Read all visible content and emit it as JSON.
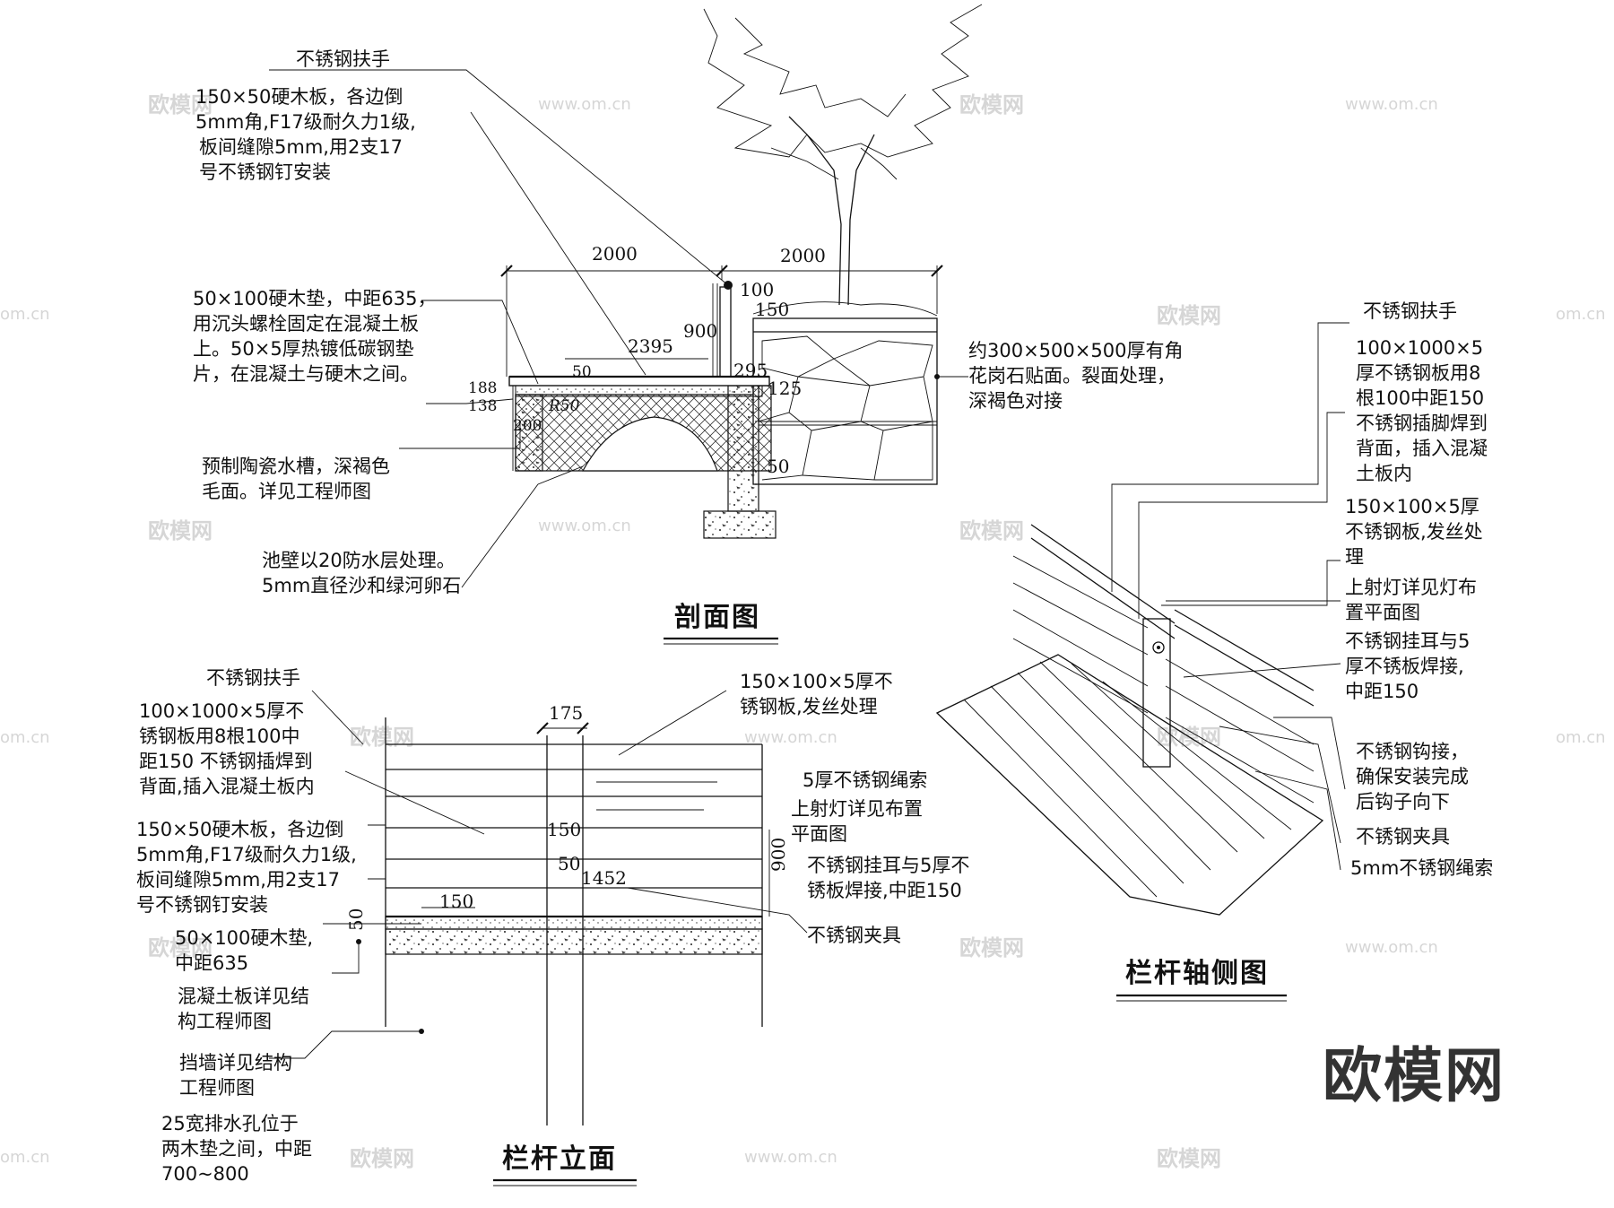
{
  "watermarks": {
    "cn": "欧模网",
    "url": "www.om.cn",
    "edge_url": "om.cn",
    "brand": "欧模网"
  },
  "section": {
    "title": "剖面图",
    "labels": {
      "handrail": "不锈钢扶手",
      "board": [
        "150×50硬木板，各边倒",
        "5mm角,F17级耐久力1级,",
        "板间缝隙5mm,用2支17",
        "号不锈钢钉安装"
      ],
      "joist": [
        "50×100硬木垫，中距635，",
        "用沉头螺栓固定在混凝土板",
        "上。50×5厚热镀低碳钢垫",
        "片，在混凝土与硬木之间。"
      ],
      "gutter": [
        "预制陶瓷水槽，深褐色",
        "毛面。详见工程师图"
      ],
      "pool": [
        "池壁以20防水层处理。",
        "5mm直径沙和绿河卵石"
      ],
      "granite": [
        "约300×500×500厚有角",
        "花岗石贴面。裂面处理，",
        "深褐色对接"
      ]
    },
    "dims": {
      "d2000a": "2000",
      "d2000b": "2000",
      "d100": "100",
      "d150": "150",
      "d900": "900",
      "d2395": "2395",
      "d50a": "50",
      "d295": "295",
      "d188": "188",
      "d138": "138",
      "r50": "R50",
      "d200": "200",
      "d125": "125",
      "d50b": "50"
    }
  },
  "elevation": {
    "title": "栏杆立面",
    "labels": {
      "handrail": "不锈钢扶手",
      "plate": [
        "100×1000×5厚不",
        "锈钢板用8根100中",
        "距150 不锈钢插焊到",
        "背面,插入混凝土板内"
      ],
      "board": [
        "150×50硬木板，各边倒",
        "5mm角,F17级耐久力1级,",
        "板间缝隙5mm,用2支17",
        "号不锈钢钉安装"
      ],
      "joist": [
        "50×100硬木垫,",
        "中距635"
      ],
      "slab": [
        "混凝土板详见结",
        "构工程师图"
      ],
      "wall": [
        "挡墙详见结构",
        "工程师图"
      ],
      "drain": [
        "25宽排水孔位于",
        "两木垫之间，中距",
        "700~800"
      ],
      "top_plate": [
        "150×100×5厚不",
        "锈钢板,发丝处理"
      ],
      "cable": "5厚不锈钢绳索",
      "light": [
        "上射灯详见布置",
        "平面图"
      ],
      "lug": [
        "不锈钢挂耳与5厚不",
        "锈板焊接,中距150"
      ],
      "clamp": "不锈钢夹具"
    },
    "dims": {
      "d175": "175",
      "d150a": "150",
      "d50a": "50",
      "d1452": "1452",
      "d900": "900",
      "d150b": "150",
      "d50b": "50"
    }
  },
  "axon": {
    "title": "栏杆轴侧图",
    "labels": {
      "handrail": "不锈钢扶手",
      "plate": [
        "100×1000×5",
        "厚不锈钢板用8",
        "根100中距150",
        "不锈钢插脚焊到",
        "背面，插入混凝",
        "土板内"
      ],
      "top_plate": [
        "150×100×5厚",
        "不锈钢板,发丝处",
        "理"
      ],
      "light": [
        "上射灯详见灯布",
        "置平面图"
      ],
      "lug": [
        "不锈钢挂耳与5",
        "厚不锈板焊接,",
        "中距150"
      ],
      "hook": [
        "不锈钢钩接，",
        "确保安装完成",
        "后钩子向下"
      ],
      "clamp": "不锈钢夹具",
      "cable": "5mm不锈钢绳索"
    }
  }
}
